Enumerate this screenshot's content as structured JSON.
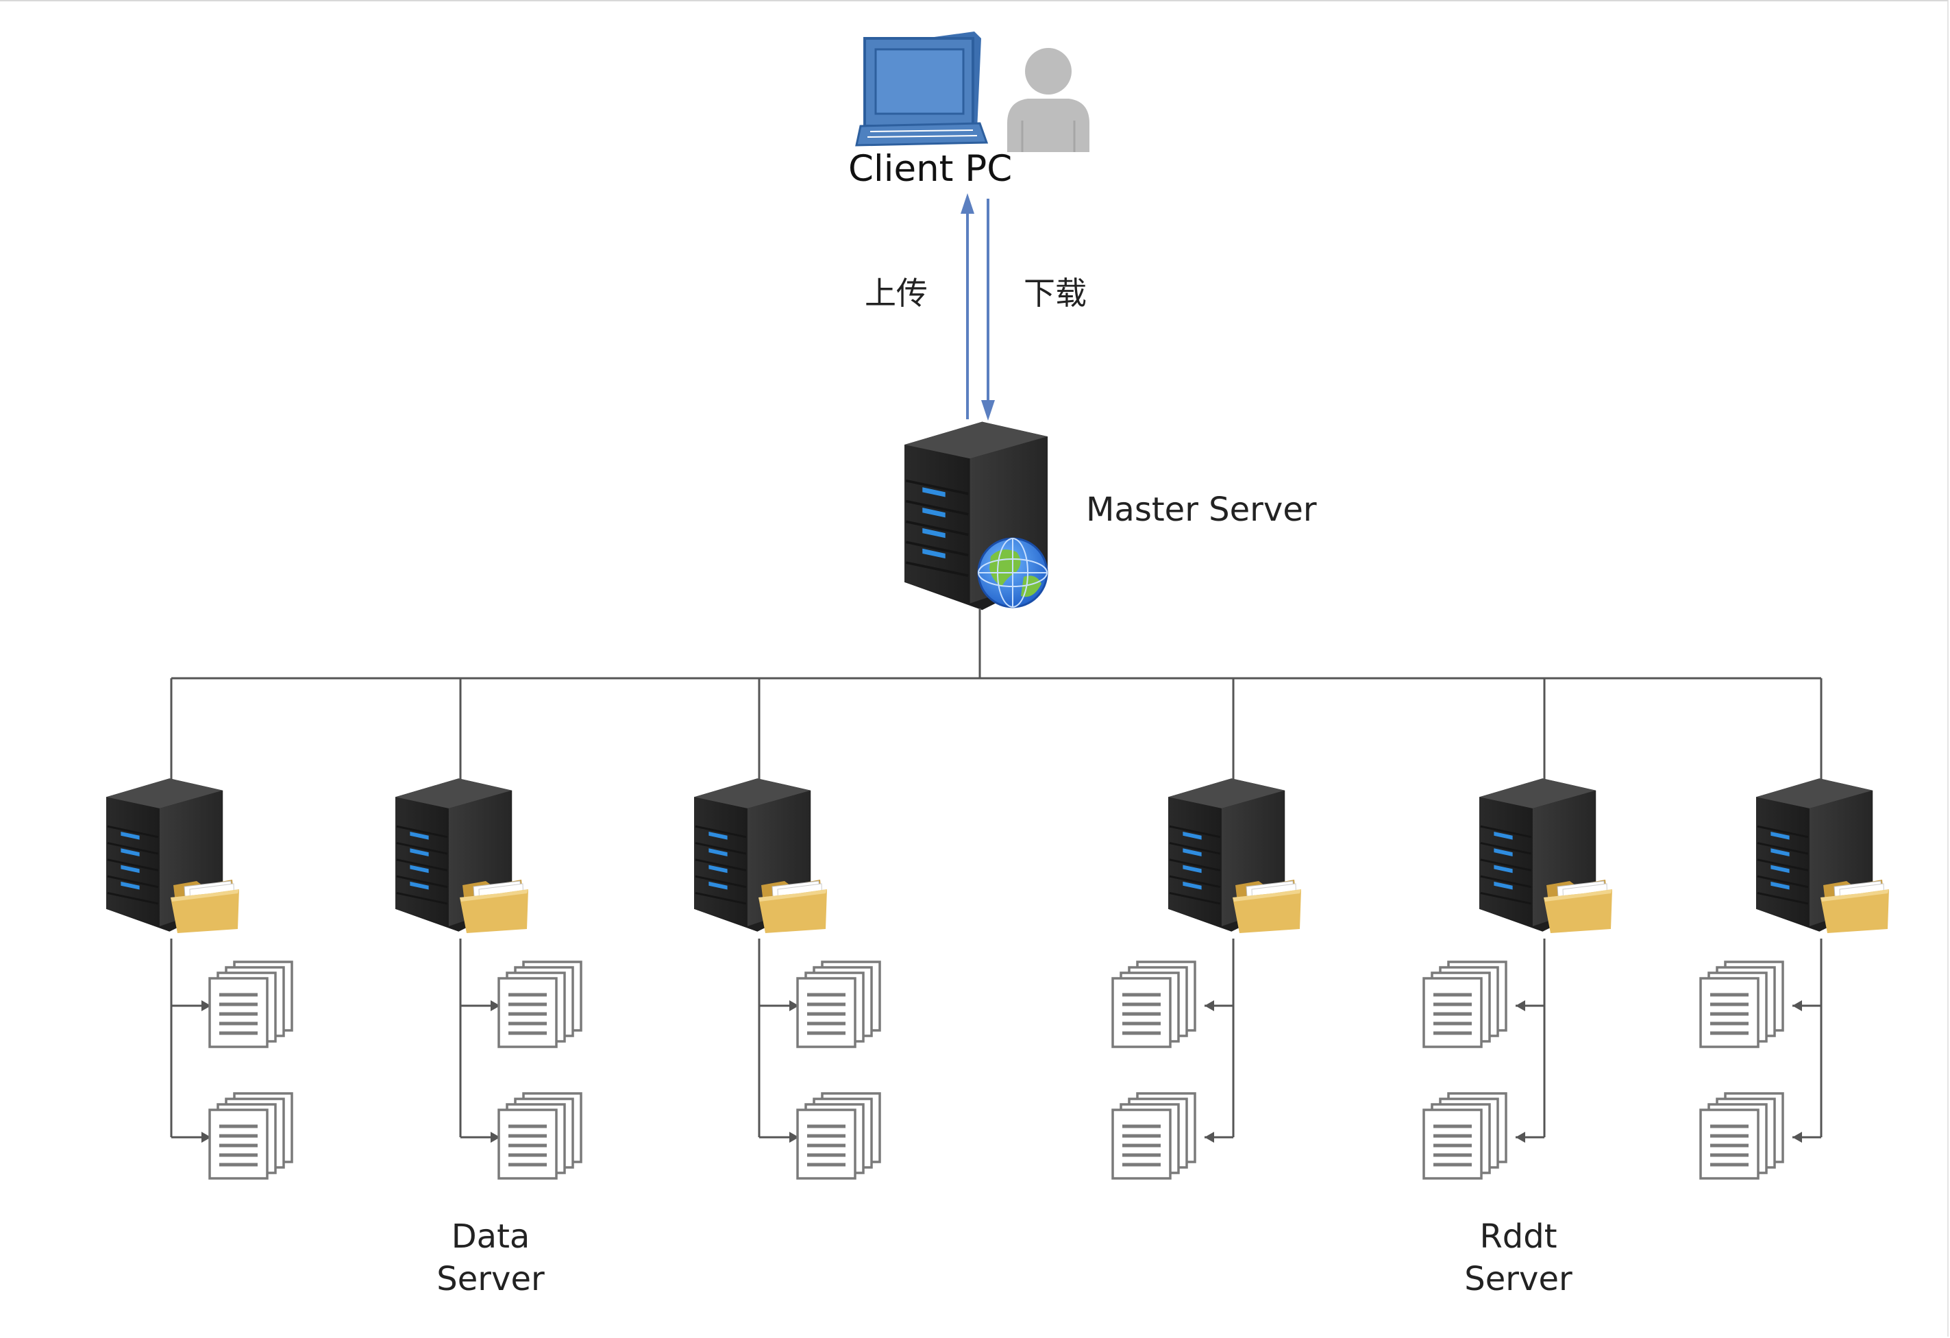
{
  "client": {
    "label": "Client PC"
  },
  "links": {
    "upload_label": "上传",
    "download_label": "下载"
  },
  "master": {
    "label": "Master Server"
  },
  "groups": {
    "data_server": {
      "line1": "Data",
      "line2": "Server"
    },
    "rddt_server": {
      "line1": "Rddt",
      "line2": "Server"
    }
  },
  "colors": {
    "monitor_blue": "#4e81c0",
    "arrow_blue": "#5b7fc0",
    "server_dark": "#333333",
    "server_led": "#2f8de0",
    "folder_yellow": "#e0b756",
    "person_gray": "#bdbdbd",
    "line_gray": "#555555"
  },
  "icons": [
    "monitor-icon",
    "user-icon",
    "server-icon",
    "globe-icon",
    "folder-icon",
    "document-stack-icon"
  ],
  "storage_servers": [
    {
      "name": "data-server-1",
      "group": "data_server"
    },
    {
      "name": "data-server-2",
      "group": "data_server"
    },
    {
      "name": "data-server-3",
      "group": "data_server"
    },
    {
      "name": "rddt-server-1",
      "group": "rddt_server"
    },
    {
      "name": "rddt-server-2",
      "group": "rddt_server"
    },
    {
      "name": "rddt-server-3",
      "group": "rddt_server"
    }
  ]
}
